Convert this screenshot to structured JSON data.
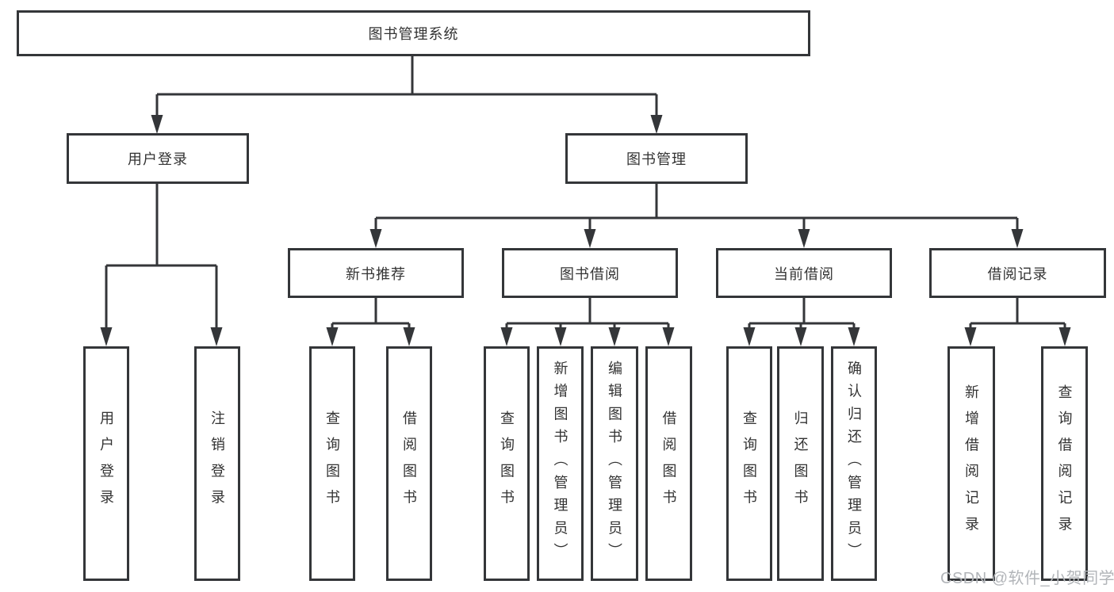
{
  "colors": {
    "line": "#343639",
    "text": "#333333",
    "box_background": "#ffffff",
    "watermark": "#b2b5b9"
  },
  "diagram": {
    "root": {
      "label": "图书管理系统"
    },
    "level2": {
      "user_login": {
        "label": "用户登录"
      },
      "book_mgmt": {
        "label": "图书管理"
      }
    },
    "level3": {
      "new_book_rec": {
        "label": "新书推荐"
      },
      "book_borrow": {
        "label": "图书借阅"
      },
      "current_borrow": {
        "label": "当前借阅"
      },
      "borrow_records": {
        "label": "借阅记录"
      }
    },
    "leaves": {
      "user_login": [
        "用户登录",
        "注销登录"
      ],
      "new_book_rec": [
        "查询图书",
        "借阅图书"
      ],
      "book_borrow": [
        "查询图书",
        "新增图书（管理员）",
        "编辑图书（管理员）",
        "借阅图书"
      ],
      "current_borrow": [
        "查询图书",
        "归还图书",
        "确认归还（管理员）"
      ],
      "borrow_records": [
        "新增借阅记录",
        "查询借阅记录"
      ]
    }
  },
  "watermark": {
    "text": "CSDN @软件_小贺同学"
  }
}
